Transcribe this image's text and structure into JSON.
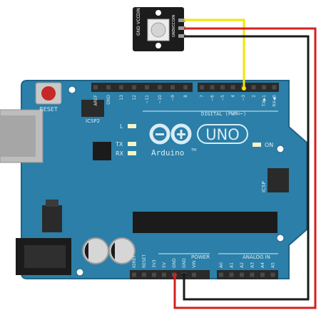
{
  "colors": {
    "board": "#2b7fa8",
    "board_dark": "#1f6487",
    "board_edge": "#3c8fb8",
    "silk": "#d9ecf5",
    "header": "#2a2a2a",
    "wire_red": "#d42020",
    "wire_black": "#1a1a1a",
    "wire_yellow": "#f2e600",
    "module": "#1c1c1c"
  },
  "module": {
    "pin_labels": [
      "GND",
      "VCC",
      "DIN"
    ],
    "right_labels": [
      "DIN",
      "VCC",
      "GND"
    ]
  },
  "board": {
    "reset_label": "RESET",
    "icsp2_label": "ICSP2",
    "icsp_label": "ICSP",
    "led_labels": {
      "l": "L",
      "tx": "TX",
      "rx": "RX",
      "on": "ON"
    },
    "brand": "Arduino",
    "model": "UNO",
    "tm": "TM",
    "digital_label": "DIGITAL (PWM=~)",
    "power_label": "POWER",
    "analog_label": "ANALOG IN",
    "top_left_pins": [
      "AREF",
      "GND",
      "13",
      "12",
      "~11",
      "~10",
      "~9",
      "8"
    ],
    "top_right_pins": [
      "7",
      "~6",
      "~5",
      "4",
      "~3",
      "2",
      "TX▶1",
      "RX◀0"
    ],
    "power_pins": [
      "IOREF",
      "RESET",
      "3V3",
      "5V",
      "GND",
      "GND",
      "VIN"
    ],
    "analog_pins": [
      "A0",
      "A1",
      "A2",
      "A3",
      "A4",
      "A5"
    ]
  }
}
